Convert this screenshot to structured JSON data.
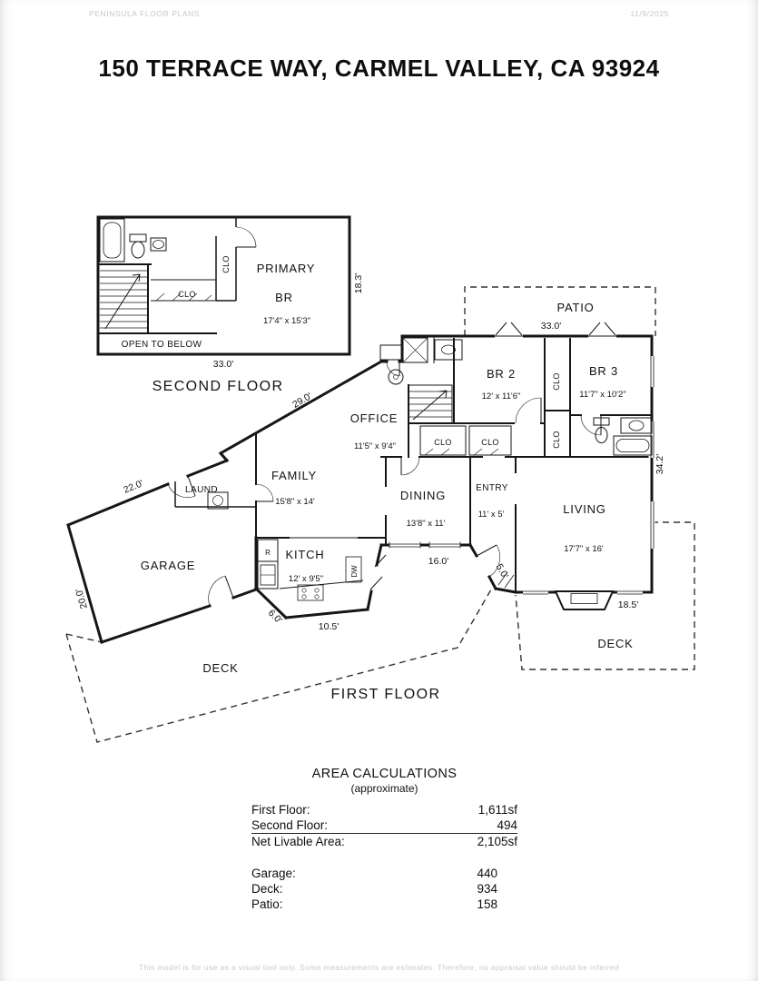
{
  "colors": {
    "wall": "#161616",
    "dashed_outline": "#333333",
    "muted_text": "#c7c7c7"
  },
  "header": {
    "brand": "PENINSULA FLOOR PLANS",
    "date": "11/9/2025"
  },
  "title": "150 TERRACE WAY, CARMEL VALLEY, CA 93924",
  "second_floor": {
    "caption": "SECOND FLOOR",
    "primary_name_1": "PRIMARY",
    "primary_name_2": "BR",
    "primary_dims": "17'4\" x 15'3\"",
    "open_to_below": "OPEN TO BELOW",
    "closet_a": "CLO",
    "closet_b": "CLO",
    "dim_width": "33.0'",
    "dim_depth": "18.3'"
  },
  "first_floor": {
    "caption": "FIRST FLOOR",
    "patio_name": "PATIO",
    "patio_dim": "33.0'",
    "br2_name": "BR 2",
    "br2_dims": "12' x 11'6\"",
    "br3_name": "BR 3",
    "br3_dims": "11'7\" x 10'2\"",
    "office_name": "OFFICE",
    "office_dims": "11'5\" x 9'4\"",
    "family_name": "FAMILY",
    "family_dims": "15'8\" x 14'",
    "dining_name": "DINING",
    "dining_dims": "13'8\" x 11'",
    "entry_name": "ENTRY",
    "entry_dims": "11' x 5'",
    "living_name": "LIVING",
    "living_dims": "17'7\" x 16'",
    "kitchen_name": "KITCH",
    "kitchen_dims": "12' x 9'5\"",
    "garage_name": "GARAGE",
    "laundry_name": "LAUND",
    "deck_left": "DECK",
    "deck_right": "DECK",
    "closets": [
      "CLO",
      "CLO",
      "CLO",
      "CLO"
    ],
    "fixtures": {
      "refrigerator": "R",
      "dishwasher": "DW"
    },
    "dims": {
      "diagonal": "29.0'",
      "garage_top": "22.0'",
      "garage_side": "20.0'",
      "right_side": "34.2'",
      "dining_bottom": "16.0'",
      "entry_side": "5.0'",
      "living_bottom": "18.5'",
      "kitchen_corner": "6.0'",
      "kitchen_bottom": "10.5'"
    }
  },
  "area_calculations": {
    "title": "AREA CALCULATIONS",
    "subtitle": "(approximate)",
    "livable": [
      {
        "label": "First Floor:",
        "value": "1,611sf"
      },
      {
        "label": "Second Floor:",
        "value": "494"
      },
      {
        "label": "Net Livable Area:",
        "value": "2,105sf"
      }
    ],
    "other": [
      {
        "label": "Garage:",
        "value": "440"
      },
      {
        "label": "Deck:",
        "value": "934"
      },
      {
        "label": "Patio:",
        "value": "158"
      }
    ]
  },
  "footer": {
    "disclaimer": "This model is for use as a visual tool only. Some measurements are estimates. Therefore, no appraisal value should be inferred"
  }
}
